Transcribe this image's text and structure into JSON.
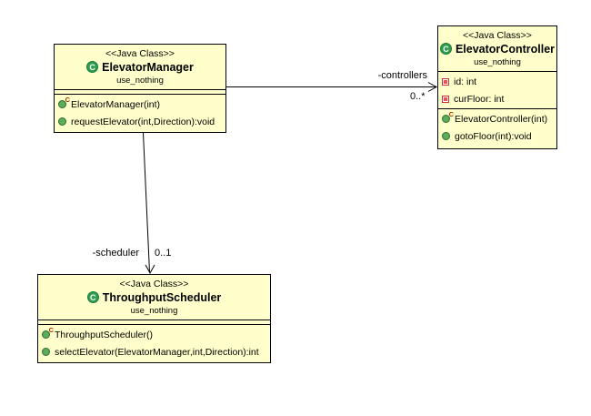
{
  "diagram": {
    "icons": {
      "class_letter": "C",
      "constructor_mark": "C"
    },
    "colors": {
      "class_fill": "#FFFFCC",
      "class_border": "#000000",
      "class_icon_fill": "#2F9E4F",
      "class_icon_border": "#1C7A38",
      "method_icon_fill": "#5BAD5B",
      "method_icon_border": "#2E6B2E",
      "field_icon_border": "#CC3333",
      "field_icon_fill": "#E05555",
      "constructor_mark_color": "#993300",
      "connector": "#000000"
    },
    "classes": [
      {
        "stereotype": "<<Java Class>>",
        "name": "ElevatorManager",
        "subtitle": "use_nothing",
        "fields": [],
        "methods": [
          {
            "label": "ElevatorManager(int)",
            "kind": "constructor"
          },
          {
            "label": "requestElevator(int,Direction):void",
            "kind": "method"
          }
        ]
      },
      {
        "stereotype": "<<Java Class>>",
        "name": "ElevatorController",
        "subtitle": "use_nothing",
        "fields": [
          {
            "label": "id: int"
          },
          {
            "label": "curFloor: int"
          }
        ],
        "methods": [
          {
            "label": "ElevatorController(int)",
            "kind": "constructor"
          },
          {
            "label": "gotoFloor(int):void",
            "kind": "method"
          }
        ]
      },
      {
        "stereotype": "<<Java Class>>",
        "name": "ThroughputScheduler",
        "subtitle": "use_nothing",
        "fields": [],
        "methods": [
          {
            "label": "ThroughputScheduler()",
            "kind": "constructor"
          },
          {
            "label": "selectElevator(ElevatorManager,int,Direction):int",
            "kind": "method"
          }
        ]
      }
    ],
    "associations": [
      {
        "name": "-controllers",
        "multiplicity": "0..*",
        "from": "ElevatorManager",
        "to": "ElevatorController"
      },
      {
        "name": "-scheduler",
        "multiplicity": "0..1",
        "from": "ElevatorManager",
        "to": "ThroughputScheduler"
      }
    ]
  }
}
